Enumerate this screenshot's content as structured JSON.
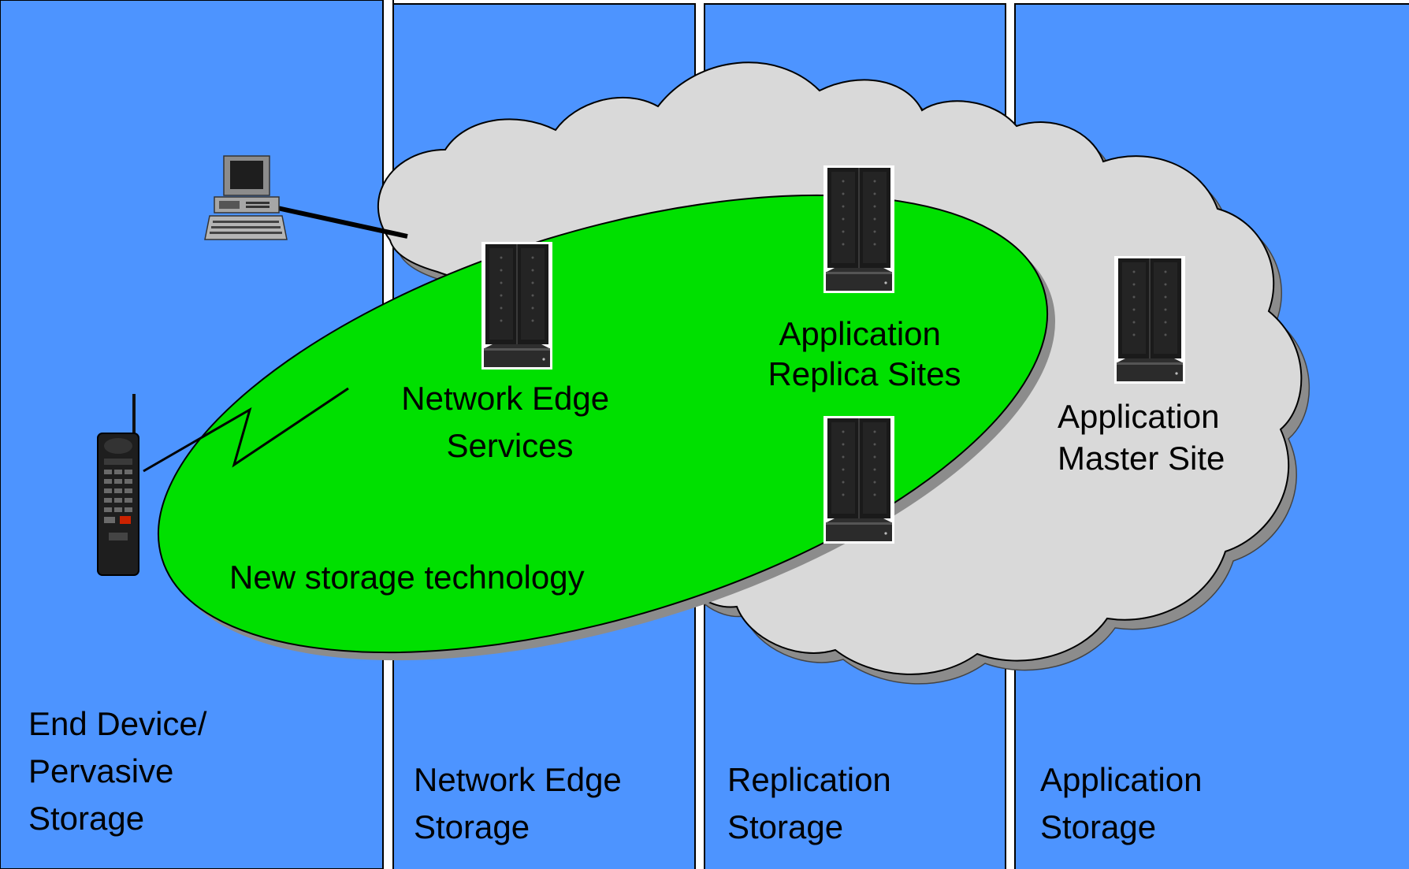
{
  "colors": {
    "column_fill": "#4D94FF",
    "column_border": "#000000",
    "cloud_fill": "#D9D9D9",
    "cloud_shadow": "#8C8C8C",
    "ellipse_fill": "#00E000",
    "server_body": "#1A1A1A",
    "link_line": "#000000"
  },
  "columns": [
    {
      "lines": [
        "End Device/",
        "Pervasive",
        "Storage"
      ]
    },
    {
      "lines": [
        "Network Edge",
        "Storage"
      ]
    },
    {
      "lines": [
        "Replication",
        "Storage"
      ]
    },
    {
      "lines": [
        "Application",
        "Storage"
      ]
    }
  ],
  "regions": {
    "new_storage": "New storage technology",
    "network_edge_services": [
      "Network Edge",
      "Services"
    ],
    "replica_sites": [
      "Application",
      "Replica Sites"
    ],
    "master_site": [
      "Application",
      "Master Site"
    ]
  },
  "icons": {
    "desktop": "desktop-computer-icon",
    "phone": "cordless-phone-icon",
    "server": "tower-server-icon",
    "wireless": "wireless-link-icon"
  }
}
